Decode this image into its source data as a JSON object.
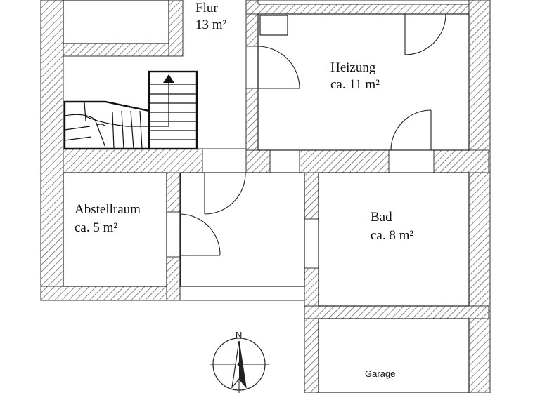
{
  "rooms": {
    "flur": {
      "name": "Flur",
      "area": "13 m²"
    },
    "heizung": {
      "name": "Heizung",
      "area": "ca. 11 m²"
    },
    "abstellraum": {
      "name": "Abstellraum",
      "area": "ca. 5 m²"
    },
    "bad": {
      "name": "Bad",
      "area": "ca. 8 m²"
    },
    "garage": {
      "name": "Garage"
    }
  },
  "compass": {
    "north_label": "N"
  },
  "colors": {
    "wall_hatch": "#6b6b6b",
    "line": "#222222",
    "background": "#ffffff"
  }
}
